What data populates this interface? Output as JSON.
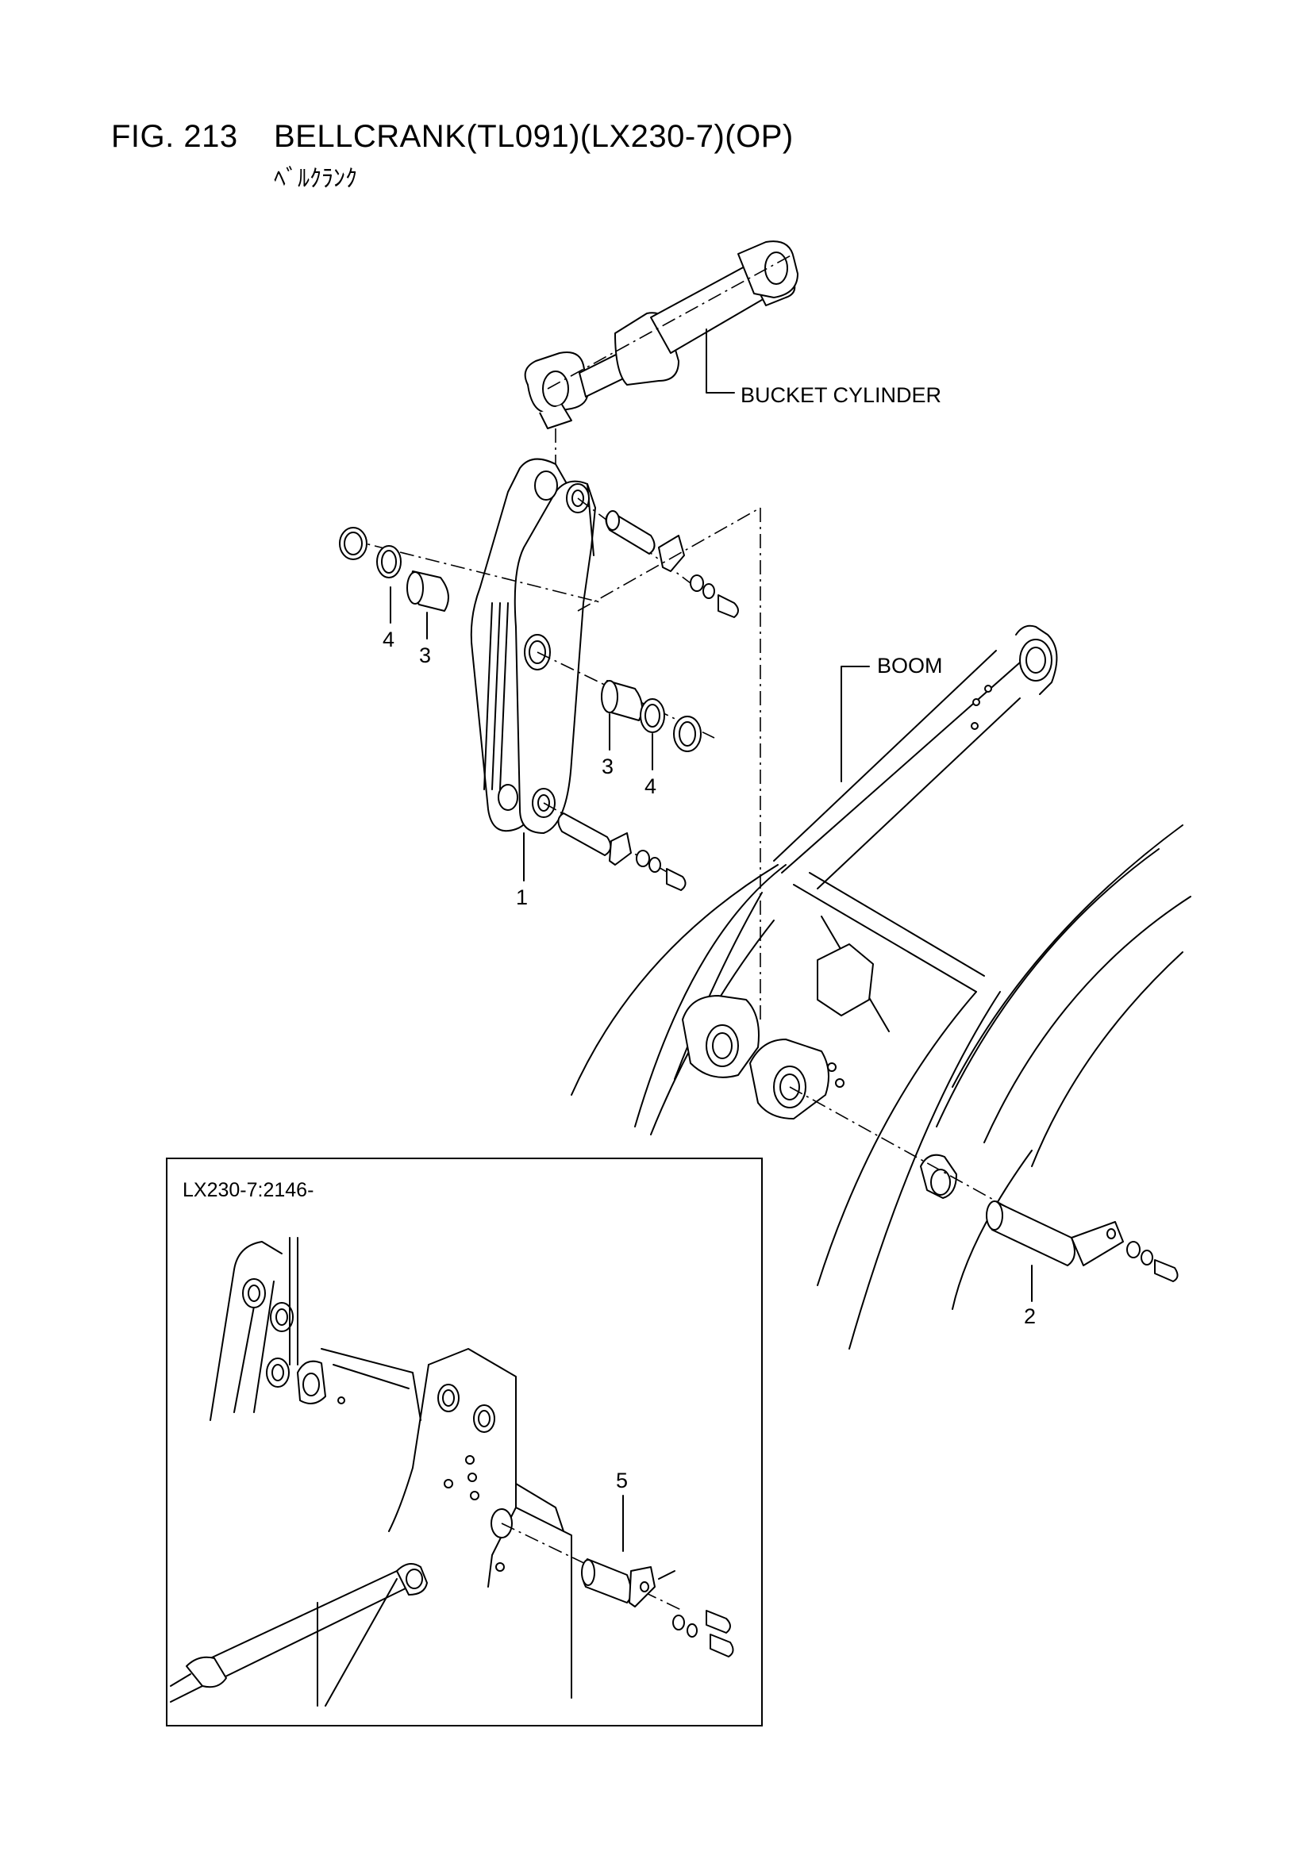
{
  "header": {
    "figure": "FIG. 213",
    "title": "BELLCRANK(TL091)(LX230-7)(OP)",
    "subtitle": "ﾍﾞﾙｸﾗﾝｸ"
  },
  "labels": {
    "bucket_cylinder": "BUCKET CYLINDER",
    "boom": "BOOM"
  },
  "callouts": {
    "part_1": "1",
    "part_2": "2",
    "part_3a": "3",
    "part_3b": "3",
    "part_4a": "4",
    "part_4b": "4",
    "part_5": "5"
  },
  "inset": {
    "label": "LX230-7:2146-"
  }
}
